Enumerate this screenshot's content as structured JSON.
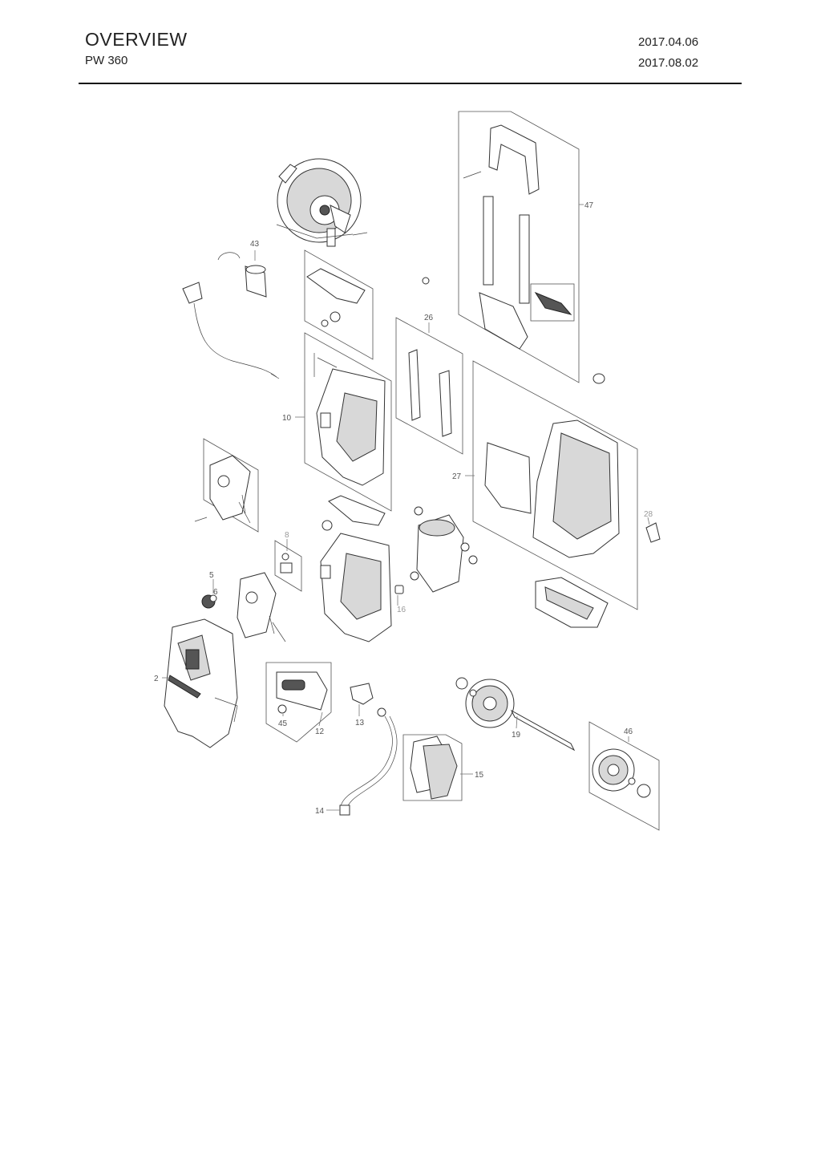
{
  "header": {
    "title": "OVERVIEW",
    "model": "PW 360",
    "date_created": "2017.04.06",
    "date_revised": "2017.08.02"
  },
  "labels": {
    "p2": "2",
    "p5": "5",
    "p6": "6",
    "p8": "8",
    "p10": "10",
    "p12": "12",
    "p13": "13",
    "p14": "14",
    "p15": "15",
    "p16": "16",
    "p19": "19",
    "p26": "26",
    "p27": "27",
    "p28": "28",
    "p43": "43",
    "p45": "45",
    "p46": "46",
    "p47": "47"
  }
}
